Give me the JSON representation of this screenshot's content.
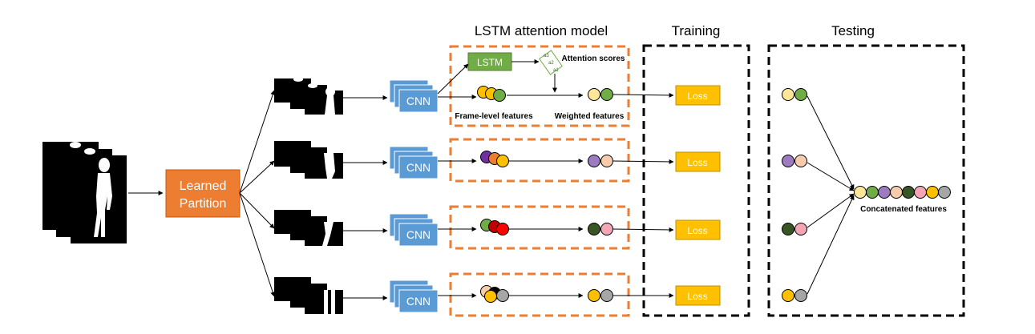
{
  "headers": {
    "lstm_attention_model": "LSTM attention model",
    "training": "Training",
    "testing": "Testing"
  },
  "partition_label_line1": "Learned",
  "partition_label_line2": "Partition",
  "cnn_label": "CNN",
  "lstm_label": "LSTM",
  "loss_label": "Loss",
  "attention_scores_label": "Attention scores",
  "attention_score_tags": [
    "a3",
    "a2",
    "a1"
  ],
  "frame_level_features_label": "Frame-level features",
  "weighted_features_label": "Weighted features",
  "concatenated_features_label": "Concatenated features",
  "colors": {
    "partition_orange": "#ed7d31",
    "cnn_blue": "#5b9bd5",
    "lstm_green": "#70ad47",
    "loss_gold": "#ffc000",
    "dashed_orange": "#ed7d31",
    "dashed_black": "#000000"
  },
  "rows": [
    {
      "frame_colors": [
        "#ffc000",
        "#ffc000",
        "#70ad47"
      ],
      "weighted_colors": [
        "#ffe699",
        "#70ad47"
      ]
    },
    {
      "frame_colors": [
        "#7030a0",
        "#ed7d31",
        "#ffc000"
      ],
      "weighted_colors": [
        "#9e7bc1",
        "#f8cbad"
      ]
    },
    {
      "frame_colors": [
        "#70ad47",
        "#c00000",
        "#ff0000"
      ],
      "weighted_colors": [
        "#375623",
        "#f4a6b5"
      ]
    },
    {
      "frame_colors": [
        "#f8cbad",
        "#000000",
        "#a6a6a6"
      ],
      "weighted_colors": [
        "#ffc000",
        "#a6a6a6"
      ]
    }
  ],
  "concatenated_colors": [
    "#ffe699",
    "#70ad47",
    "#9e7bc1",
    "#f8cbad",
    "#375623",
    "#f4a6b5",
    "#ffc000",
    "#a6a6a6"
  ]
}
